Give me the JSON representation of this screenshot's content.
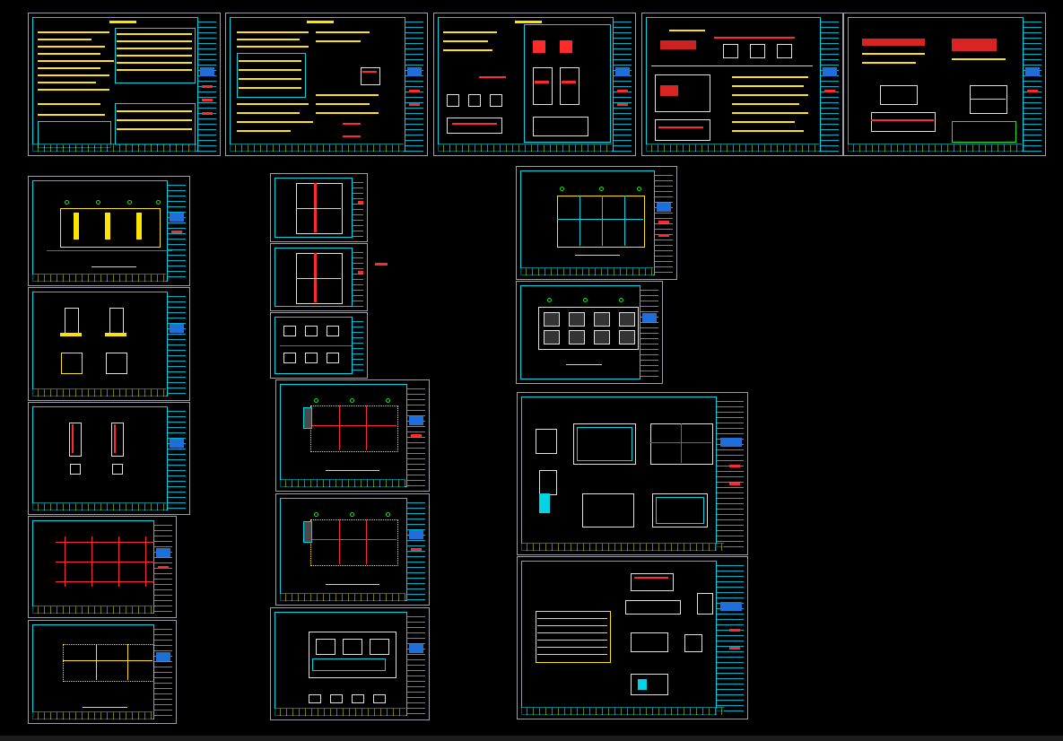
{
  "canvas": {
    "background": "#000000",
    "frame_color": "#00d4e6",
    "text_color": "#ffe400",
    "dimension_color": "#ff2a2a",
    "grid_bubble_color": "#22e022",
    "titleblock_logo_color": "#1f6fd8"
  },
  "sheets": [
    {
      "kind": "notes"
    },
    {
      "kind": "notes-tables"
    },
    {
      "kind": "details"
    },
    {
      "kind": "details"
    },
    {
      "kind": "details"
    },
    {
      "kind": "foundation-plan"
    },
    {
      "kind": "column-details"
    },
    {
      "kind": "column-details"
    },
    {
      "kind": "grid-plan"
    },
    {
      "kind": "beam-plan"
    },
    {
      "kind": "section"
    },
    {
      "kind": "section"
    },
    {
      "kind": "sections"
    },
    {
      "kind": "floor-plan"
    },
    {
      "kind": "floor-plan"
    },
    {
      "kind": "floor-plan"
    },
    {
      "kind": "roof-plan"
    },
    {
      "kind": "foundation-plan"
    },
    {
      "kind": "tank-details"
    },
    {
      "kind": "schedule-details"
    }
  ]
}
